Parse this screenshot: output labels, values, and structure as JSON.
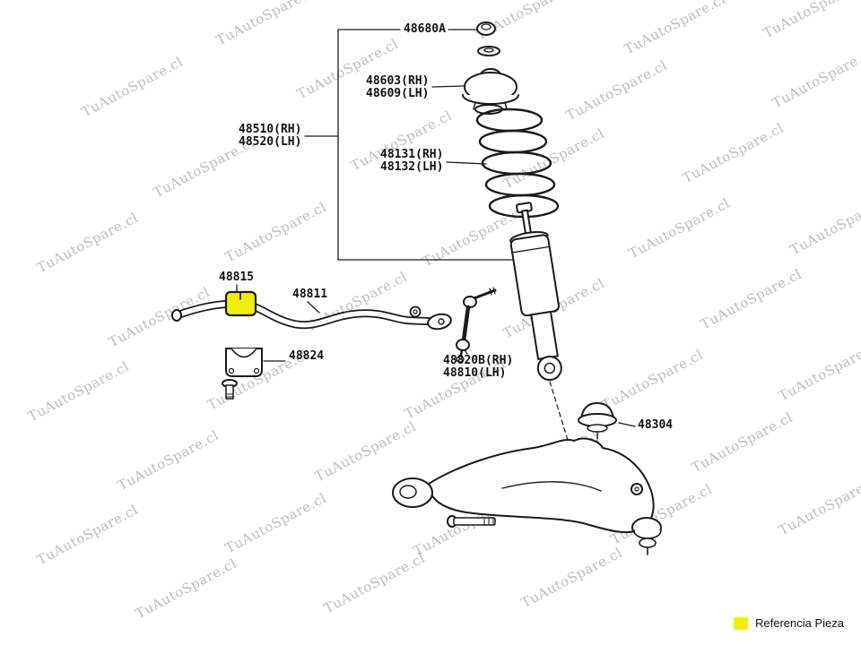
{
  "watermark": {
    "text": "TuAutoSpare.cl"
  },
  "highlight_color": "#f2ee0c",
  "diagram": {
    "labels": {
      "p48680A": "48680A",
      "p48603": "48603(RH)",
      "p48609": "48609(LH)",
      "p48510": "48510(RH)",
      "p48520": "48520(LH)",
      "p48131": "48131(RH)",
      "p48132": "48132(LH)",
      "p48815": "48815",
      "p48811": "48811",
      "p48824": "48824",
      "p48820B": "48820B(RH)",
      "p48810": "48810(LH)",
      "p48304": "48304"
    }
  },
  "legend": {
    "swatch_color": "#f2ee0c",
    "label": "Referencia Pieza"
  }
}
